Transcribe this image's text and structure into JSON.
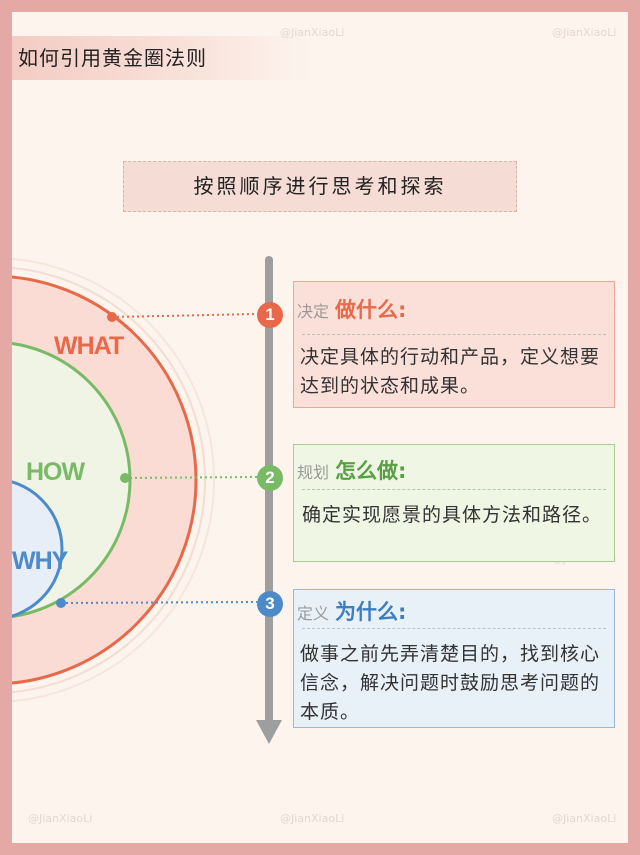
{
  "title": "如何引用黄金圈法则",
  "subtitle": "按照顺序进行思考和探索",
  "watermark": "@JianXiaoLi",
  "circles": {
    "what": "WHAT",
    "how": "HOW",
    "why": "WHY"
  },
  "steps": [
    {
      "number": "1",
      "prefix": "决定",
      "heading": "做什么:",
      "body": "决定具体的行动和产品，定义想要达到的状态和成果。",
      "color": "#e8694a"
    },
    {
      "number": "2",
      "prefix": "规划",
      "heading": "怎么做:",
      "body": "确定实现愿景的具体方法和路径。",
      "color": "#79ba66"
    },
    {
      "number": "3",
      "prefix": "定义",
      "heading": "为什么:",
      "body": "做事之前先弄清楚目的，找到核心信念，解决问题时鼓励思考问题的本质。",
      "color": "#4c8ac8"
    }
  ]
}
